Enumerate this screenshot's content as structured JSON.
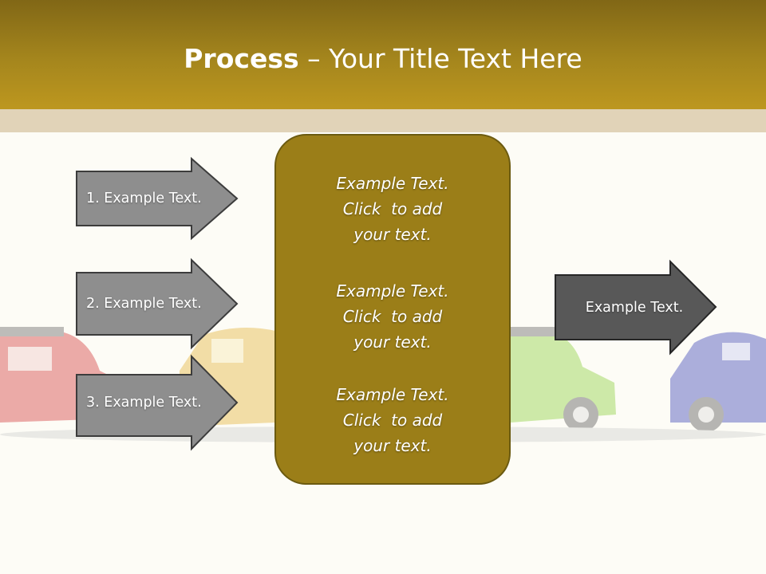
{
  "slide": {
    "title_bold": "Process",
    "title_rest": " – Your Title Text Here"
  },
  "left_arrows": [
    {
      "label": "1. Example Text."
    },
    {
      "label": "2. Example Text."
    },
    {
      "label": "3. Example Text."
    }
  ],
  "center_box": {
    "paragraphs": [
      {
        "lines": [
          "Example Text.",
          "Click  to add",
          "your text."
        ]
      },
      {
        "lines": [
          "Example Text.",
          "Click  to add",
          "your text."
        ]
      },
      {
        "lines": [
          "Example Text.",
          "Click  to add",
          "your text."
        ]
      }
    ]
  },
  "right_arrow": {
    "label": "Example Text."
  },
  "colors": {
    "header": "#a5861d",
    "band": "#e1d3b8",
    "box": "#9b7e18",
    "left_arrow": "#8e8e8e",
    "right_arrow": "#585858"
  }
}
